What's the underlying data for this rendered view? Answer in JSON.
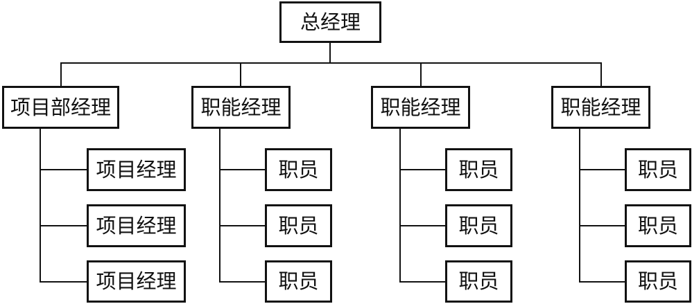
{
  "org_chart": {
    "root": {
      "label": "总经理"
    },
    "branches": [
      {
        "label": "项目部经理",
        "children": [
          "项目经理",
          "项目经理",
          "项目经理"
        ]
      },
      {
        "label": "职能经理",
        "children": [
          "职员",
          "职员",
          "职员"
        ]
      },
      {
        "label": "职能经理",
        "children": [
          "职员",
          "职员",
          "职员"
        ]
      },
      {
        "label": "职能经理",
        "children": [
          "职员",
          "职员",
          "职员"
        ]
      }
    ]
  }
}
